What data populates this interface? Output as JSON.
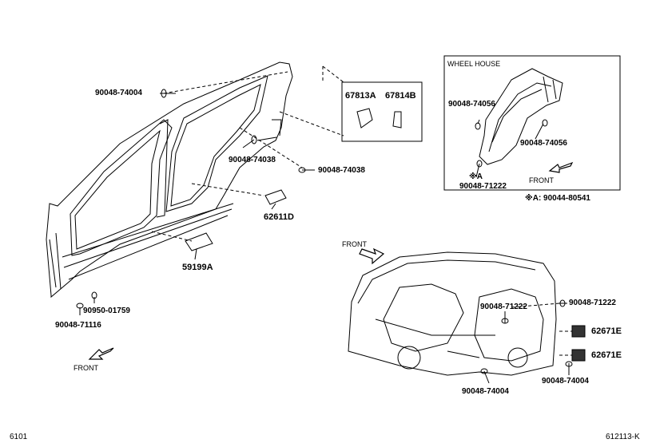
{
  "inset": {
    "title": "WHEEL HOUSE",
    "note": "※A: 90044-80541"
  },
  "parts": {
    "p90048_74004_top": "90048-74004",
    "p67813A": "67813A",
    "p67814B": "67814B",
    "p90048_74056_a": "90048-74056",
    "p90048_74056_b": "90048-74056",
    "pA": "※A",
    "p90048_71222_inset": "90048-71222",
    "p90048_74038_a": "90048-74038",
    "p90048_74038_b": "90048-74038",
    "p62611D": "62611D",
    "p59199A": "59199A",
    "p90950_01759": "90950-01759",
    "p90048_71116": "90048-71116",
    "p90048_71222_mid": "90048-71222",
    "p90048_71222_right": "90048-71222",
    "p62671E_a": "62671E",
    "p62671E_b": "62671E",
    "p90048_74004_bl": "90048-74004",
    "p90048_74004_br": "90048-74004"
  },
  "arrows": {
    "front_left": "FRONT",
    "front_mid": "FRONT",
    "front_inset": "FRONT"
  },
  "footer": {
    "left": "6101",
    "right": "612113-K"
  }
}
